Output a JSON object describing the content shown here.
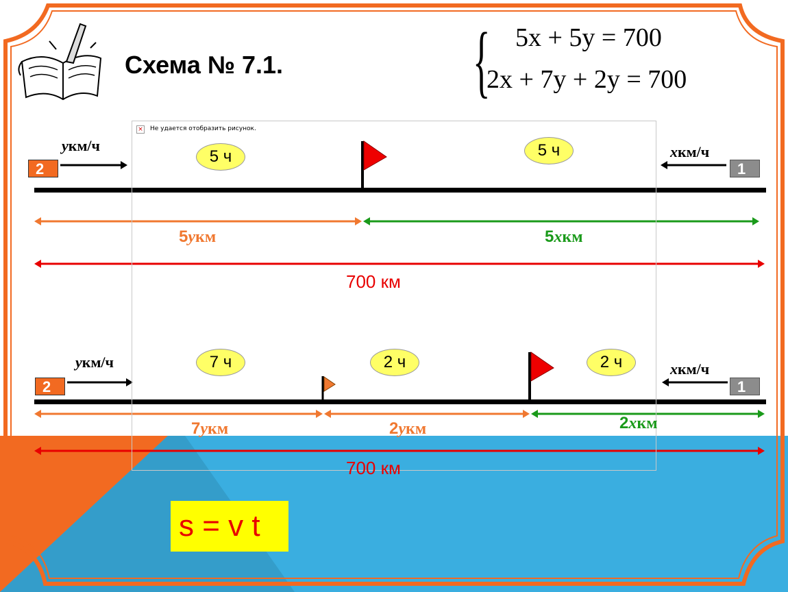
{
  "slide": {
    "title": "Схема № 7.1.",
    "equations": [
      "5x + 5y = 700",
      "2x + 7y + 2y = 700"
    ],
    "broken_image_text": "Не удается отобразить рисунок.",
    "formula": "s = v t",
    "colors": {
      "orange": "#f26a21",
      "green": "#1a9a1a",
      "red": "#e80000",
      "yellow": "#ffff66",
      "blue": "#3aaee0"
    }
  },
  "scheme1": {
    "left_vehicle": {
      "number": "2",
      "speed_var": "y",
      "speed_unit": "км/ч"
    },
    "right_vehicle": {
      "number": "1",
      "speed_var": "x",
      "speed_unit": "км/ч"
    },
    "times": [
      "5 ч",
      "5 ч"
    ],
    "distances": [
      {
        "coef": "5",
        "var": "y",
        "unit": "км"
      },
      {
        "coef": "5",
        "var": "x",
        "unit": "км"
      }
    ],
    "total": "700 км"
  },
  "scheme2": {
    "left_vehicle": {
      "number": "2",
      "speed_var": "y",
      "speed_unit": "км/ч"
    },
    "right_vehicle": {
      "number": "1",
      "speed_var": "x",
      "speed_unit": "км/ч"
    },
    "times": [
      "7 ч",
      "2 ч",
      "2 ч"
    ],
    "distances": [
      {
        "coef": "7",
        "var": "y",
        "unit": "км"
      },
      {
        "coef": "2",
        "var": "y",
        "unit": "км"
      },
      {
        "coef": "2",
        "var": "x",
        "unit": "км"
      }
    ],
    "total": "700 км"
  }
}
